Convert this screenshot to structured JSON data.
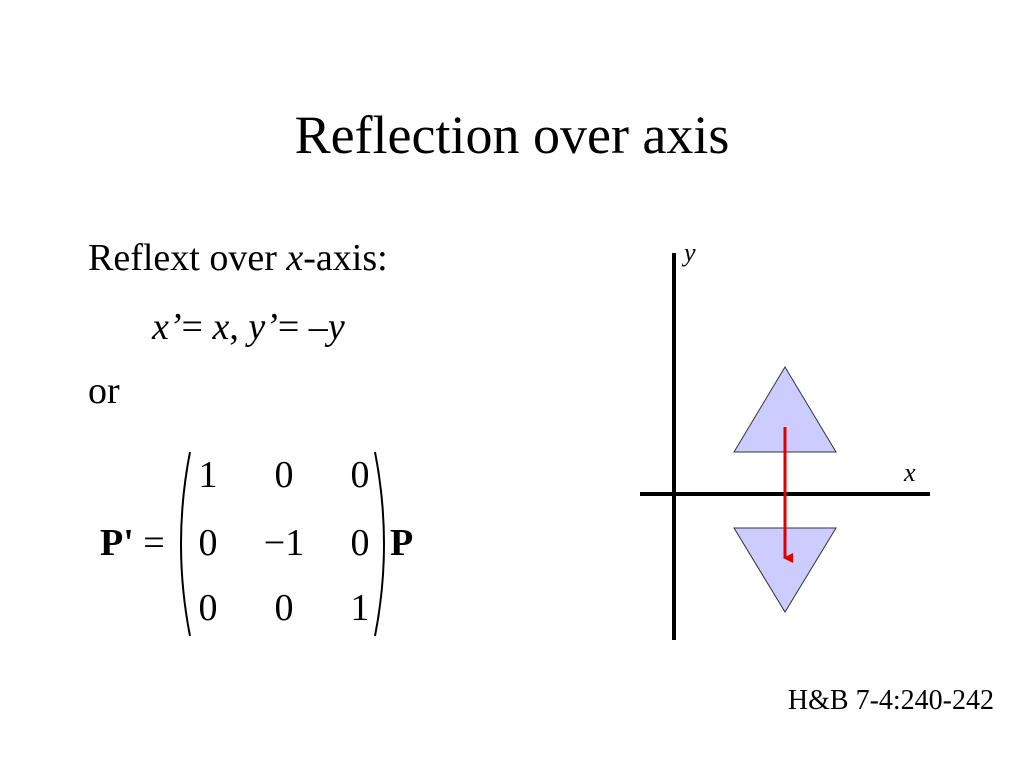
{
  "slide": {
    "title": "Reflection over axis",
    "intro": {
      "prefix": "Reflext over ",
      "axis_var": "x",
      "suffix": "-axis:"
    },
    "equation": {
      "xp": "x’",
      "eq": "= ",
      "x": "x",
      "comma": ",  ",
      "yp": "y’",
      "eq2": "= –",
      "y": "y"
    },
    "or_text": "or",
    "matrix_eq": {
      "lhs_symbol": "P'",
      "equals": " =",
      "rhs_symbol": "P",
      "rows": [
        [
          "1",
          "0",
          "0"
        ],
        [
          "0",
          "−1",
          "0"
        ],
        [
          "0",
          "0",
          "1"
        ]
      ]
    },
    "diagram": {
      "x_label": "x",
      "y_label": "y",
      "triangle_fill": "#ccccff",
      "arrow_color": "#e00000"
    },
    "footer": "H&B 7-4:240-242"
  }
}
